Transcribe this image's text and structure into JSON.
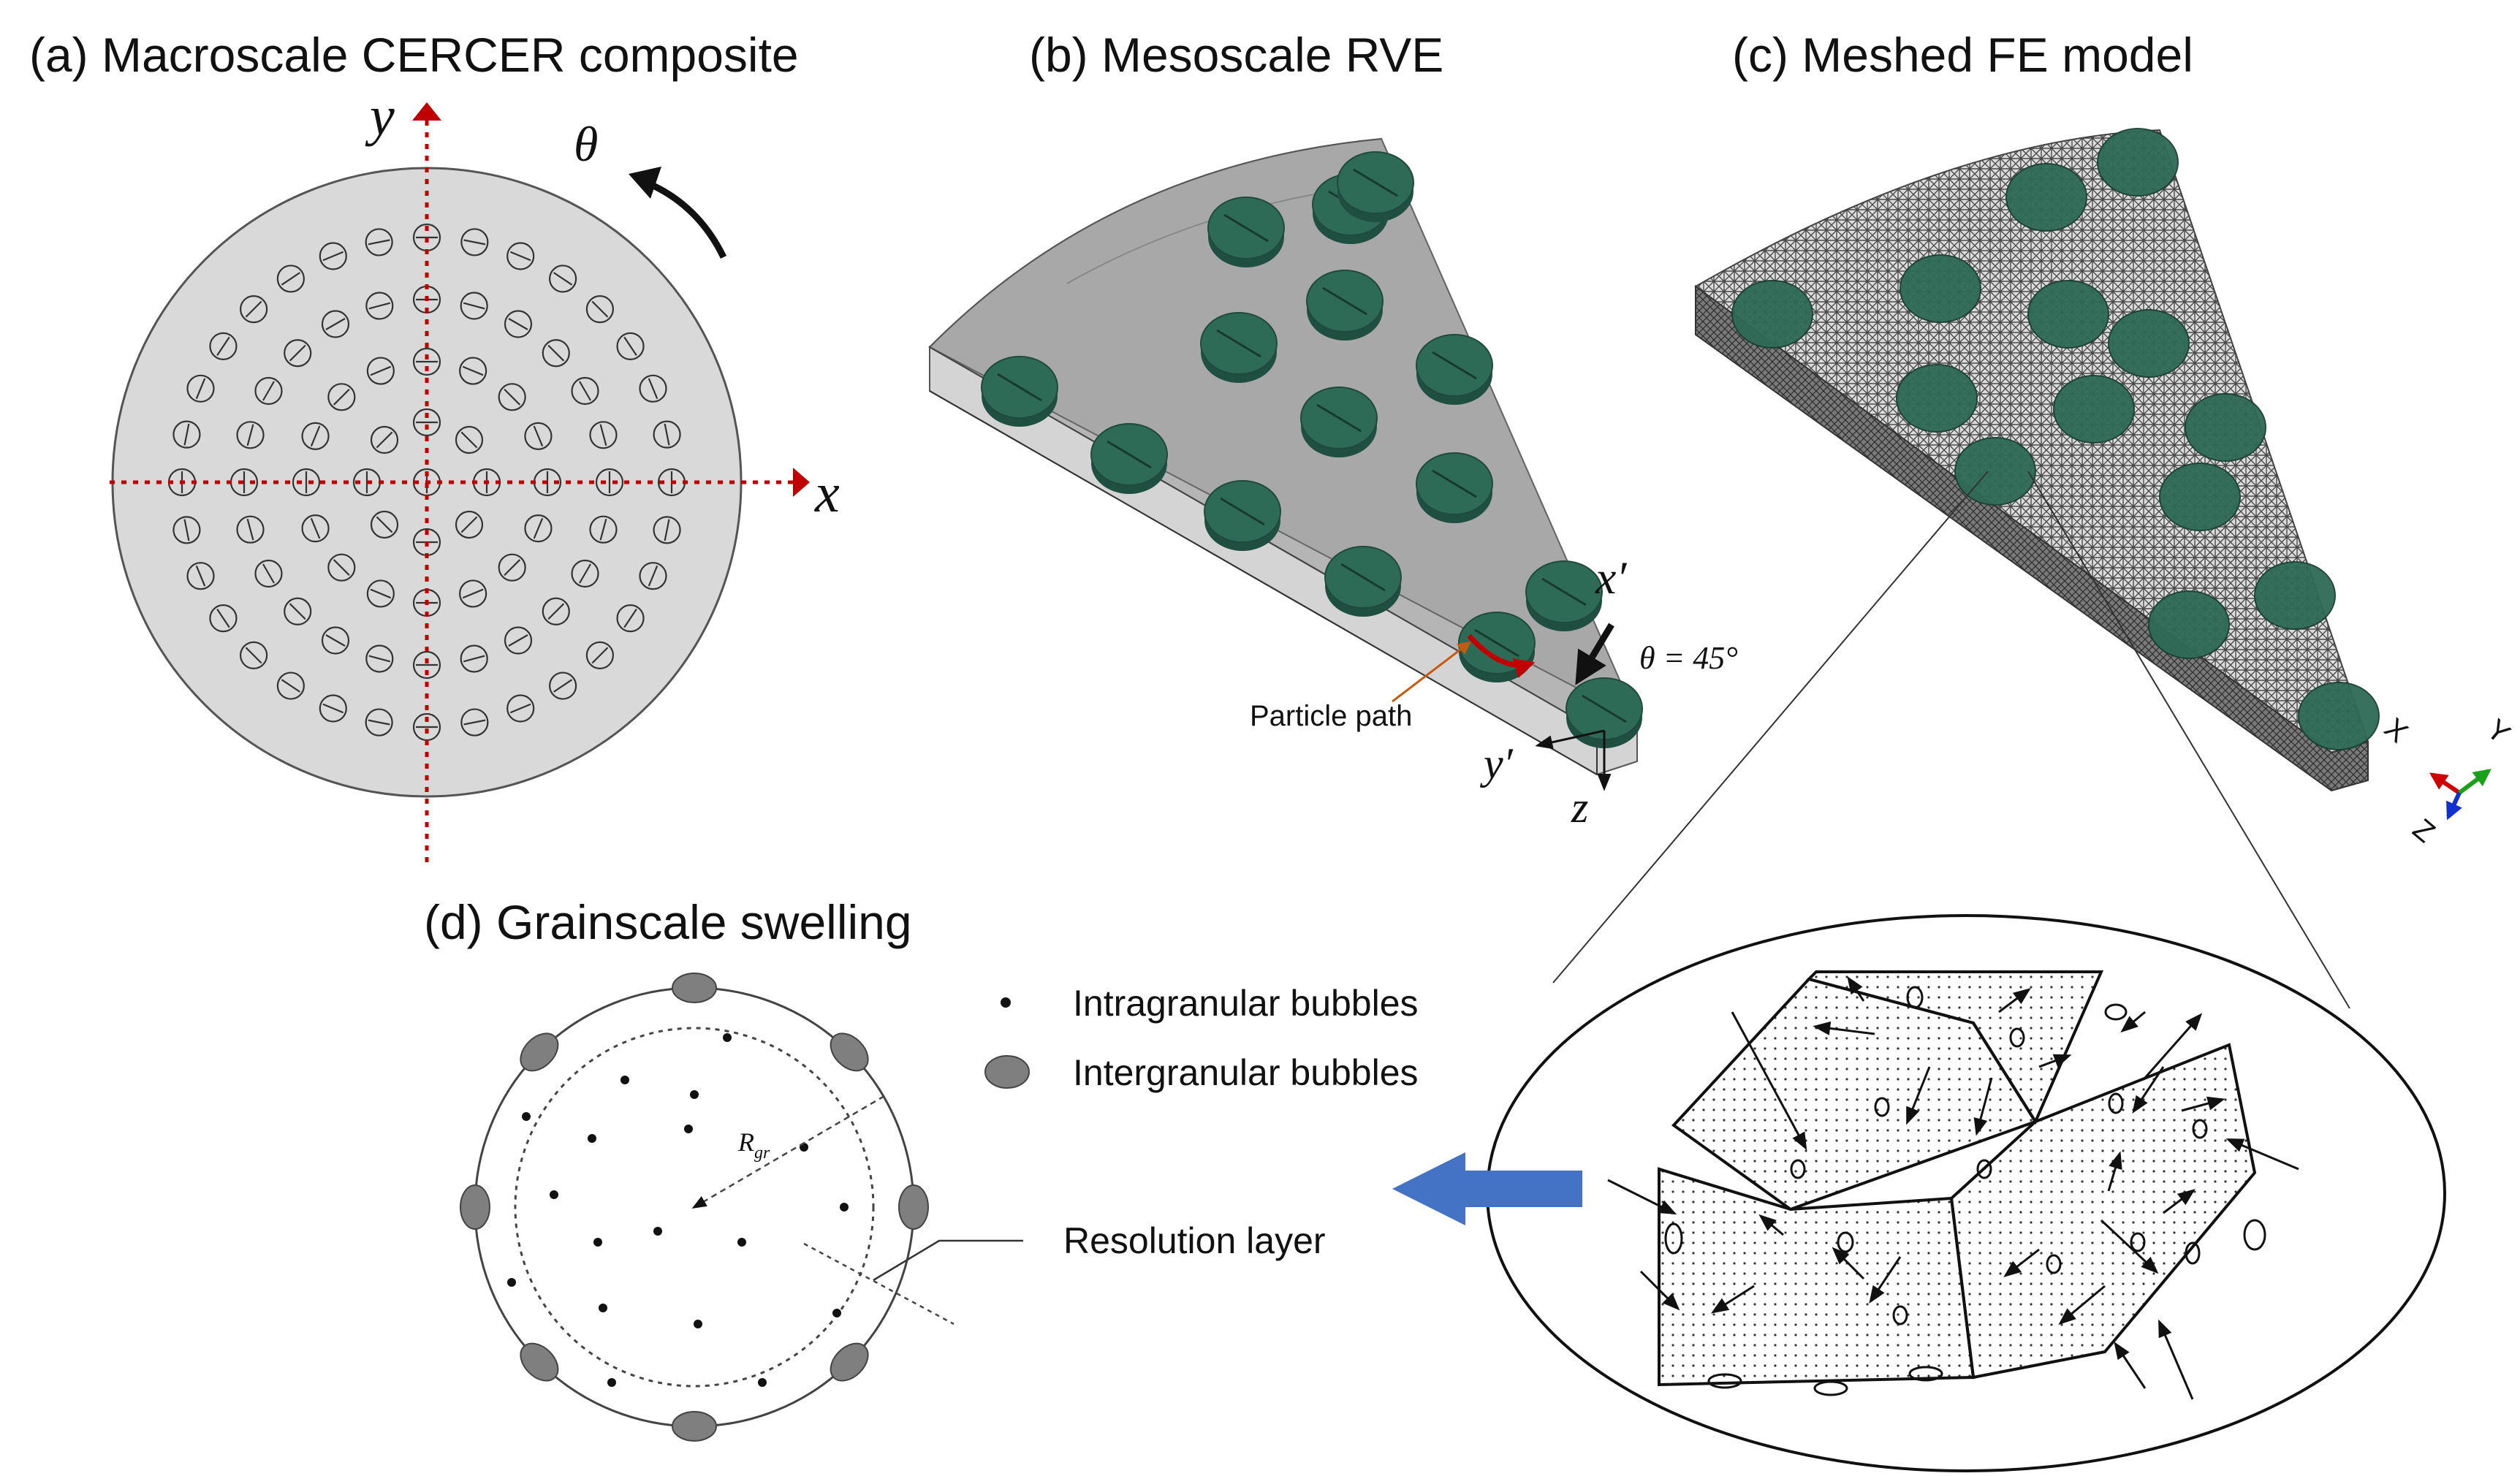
{
  "panels": {
    "a": {
      "title": "(a) Macroscale CERCER composite",
      "x_label": "x",
      "y_label": "y",
      "theta_label": "θ"
    },
    "b": {
      "title": "(b) Mesoscale RVE",
      "x_label": "x′",
      "y_label": "y′",
      "z_label": "z",
      "angle_label": "θ = 45°",
      "particle_path_label": "Particle path"
    },
    "c": {
      "title": "(c) Meshed FE model",
      "triad": {
        "x": "X",
        "y": "Y",
        "z": "Z"
      }
    },
    "d": {
      "title": "(d) Grainscale swelling",
      "radius_label": "R",
      "radius_sub": "gr",
      "legend": {
        "intra": "Intragranular bubbles",
        "inter": "Intergranular bubbles"
      },
      "resolution_label": "Resolution layer"
    }
  },
  "colors": {
    "matrix": "#d9d9d9",
    "particle": "#2e6b57",
    "axis_red": "#c00000",
    "arrow_blue": "#4472c4",
    "path_orange": "#c55a11",
    "bubble_gray": "#7f7f7f"
  }
}
